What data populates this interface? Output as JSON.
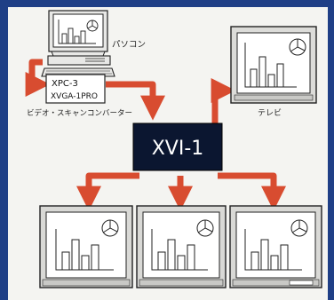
{
  "diagram": {
    "pc_label": "パソコン",
    "converter": {
      "model_line1": "XPC-3",
      "model_line2": "XVGA-1PRO",
      "caption": "ビデオ・スキャンコンバーター"
    },
    "tv_label": "テレビ",
    "hub_label": "XVI-1"
  },
  "colors": {
    "background": "#1f3f86",
    "panel": "#f4f4f1",
    "arrow": "#d84c30",
    "hub": "#0b1630",
    "hub_text": "#ffffff",
    "monitor_bezel": "#d9d9d6",
    "monitor_outline": "#222222"
  },
  "icons": [
    "bar-chart-icon",
    "pie-chart-icon"
  ]
}
